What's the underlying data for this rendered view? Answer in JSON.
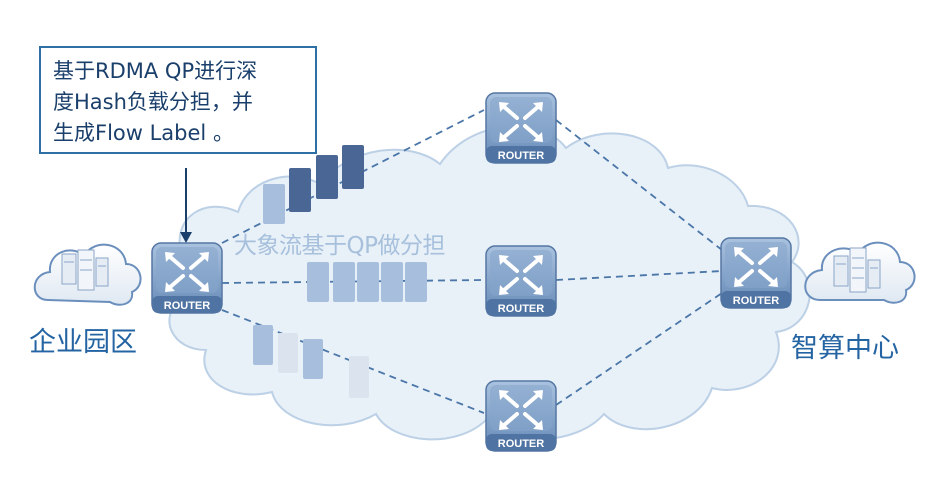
{
  "callout": {
    "lines": [
      "基于RDMA QP进行深",
      "度Hash负载分担，并",
      "生成Flow Label 。"
    ]
  },
  "flow_label": "大象流基于QP做分担",
  "sites": {
    "left": "企业园区",
    "right": "智算中心"
  },
  "router_label": "ROUTER",
  "colors": {
    "accent": "#2e6fa6",
    "cloud_fill": "#e8f0f8",
    "cloud_stroke": "#bcd0e6",
    "router_fill": "#7d9ec5",
    "link_dash": "#4a76a8",
    "flow_dark": "#4a6694",
    "flow_light": "#a7bedc"
  }
}
